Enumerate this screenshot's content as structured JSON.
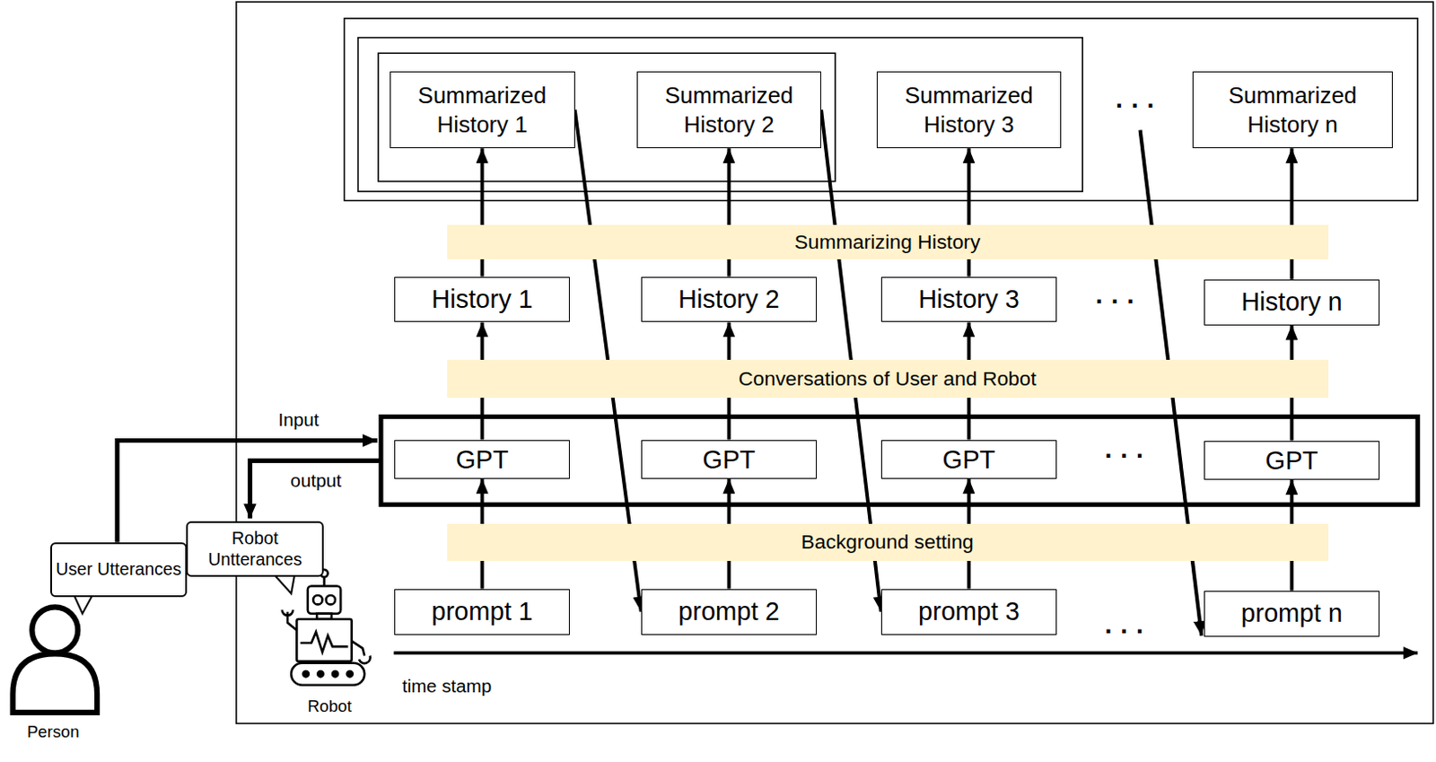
{
  "diagram": {
    "nodes": [
      {
        "text": [
          "Summarized History 1"
        ]
      },
      {
        "text": [
          "Summarized History 2"
        ]
      },
      {
        "text": [
          "Summarized History 3"
        ]
      },
      {
        "text": [
          "Summarized History n"
        ]
      },
      {
        "text": [
          "Summarizing History"
        ]
      },
      {
        "text": [
          "History 1"
        ]
      },
      {
        "text": [
          "History 2"
        ]
      },
      {
        "text": [
          "History 3"
        ]
      },
      {
        "text": [
          "History n"
        ]
      },
      {
        "text": [
          "Conversations of User and Robot"
        ]
      },
      {
        "text": [
          "GPT"
        ]
      },
      {
        "text": [
          "GPT"
        ]
      },
      {
        "text": [
          "GPT"
        ]
      },
      {
        "text": [
          "GPT"
        ]
      },
      {
        "text": [
          "Background setting"
        ]
      },
      {
        "text": [
          "prompt 1"
        ]
      },
      {
        "text": [
          "prompt 2"
        ]
      },
      {
        "text": [
          "prompt 3"
        ]
      },
      {
        "text": [
          "prompt n"
        ]
      },
      {
        "text": [
          "User Utterances"
        ]
      },
      {
        "text": [
          "Robot Untterances"
        ]
      }
    ],
    "edges": [
      {
        "from": 15,
        "to": 10,
        "arrow": "to"
      },
      {
        "from": 10,
        "to": 5,
        "arrow": "to"
      },
      {
        "from": 5,
        "to": 0,
        "arrow": "to"
      },
      {
        "from": 16,
        "to": 11,
        "arrow": "to"
      },
      {
        "from": 11,
        "to": 6,
        "arrow": "to"
      },
      {
        "from": 6,
        "to": 1,
        "arrow": "to"
      },
      {
        "from": 17,
        "to": 12,
        "arrow": "to"
      },
      {
        "from": 12,
        "to": 7,
        "arrow": "to"
      },
      {
        "from": 7,
        "to": 2,
        "arrow": "to"
      },
      {
        "from": 18,
        "to": 13,
        "arrow": "to"
      },
      {
        "from": 13,
        "to": 8,
        "arrow": "to"
      },
      {
        "from": 8,
        "to": 3,
        "arrow": "to"
      },
      {
        "from": 0,
        "to": 16,
        "arrow": "to"
      },
      {
        "from": 1,
        "to": 17,
        "arrow": "to"
      }
    ],
    "labels": [
      "Input",
      "output",
      "time stamp",
      "Robot",
      "Person",
      "· · ·",
      "· · ·",
      "· · ·",
      "· · ·"
    ]
  }
}
